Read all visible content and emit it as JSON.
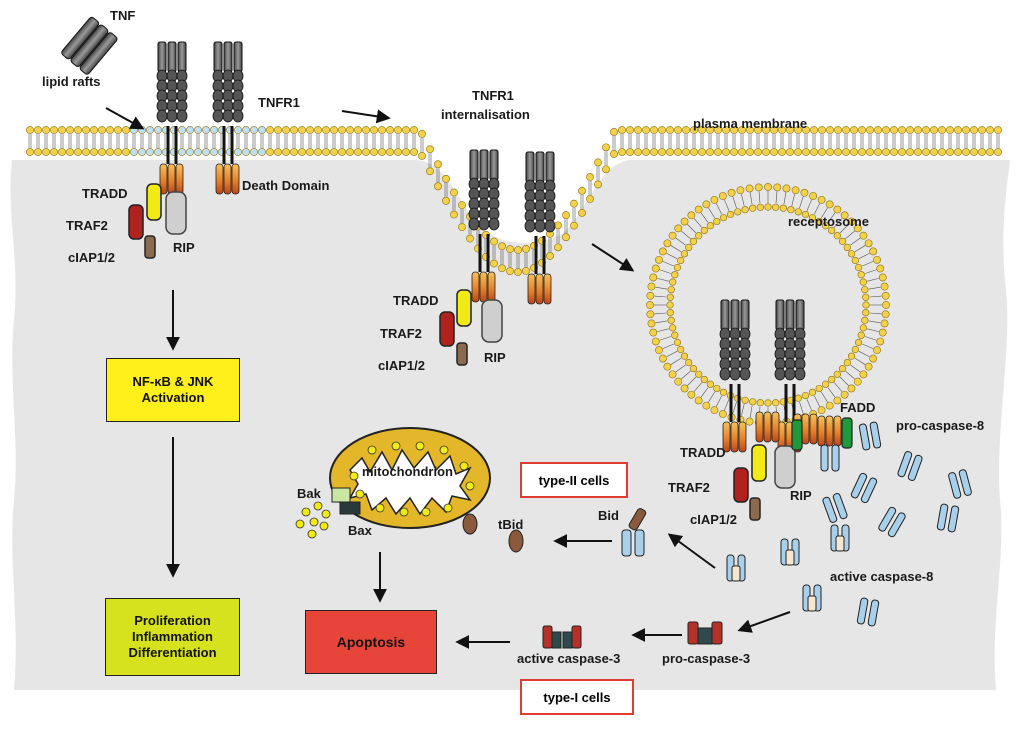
{
  "labels": {
    "tnf": "TNF",
    "lipid_rafts": "lipid rafts",
    "tnfr1": "TNFR1",
    "tnfr1_internalisation_line1": "TNFR1",
    "tnfr1_internalisation_line2": "internalisation",
    "plasma_membrane": "plasma membrane",
    "death_domain": "Death Domain",
    "tradd_1": "TRADD",
    "traf2_1": "TRAF2",
    "ciap_1": "cIAP1/2",
    "rip_1": "RIP",
    "tradd_2": "TRADD",
    "traf2_2": "TRAF2",
    "ciap_2": "cIAP1/2",
    "rip_2": "RIP",
    "receptosome": "receptosome",
    "fadd": "FADD",
    "pro_caspase_8": "pro-caspase-8",
    "tradd_3": "TRADD",
    "traf2_3": "TRAF2",
    "ciap_3": "cIAP1/2",
    "rip_3": "RIP",
    "mitochondrion": "mitochondrion",
    "bak": "Bak",
    "bax": "Bax",
    "tbid": "tBid",
    "bid": "Bid",
    "active_caspase_8": "active caspase-8",
    "active_caspase_3": "active caspase-3",
    "pro_caspase_3": "pro-caspase-3"
  },
  "boxes": {
    "nfkb_line1": "NF-κB & JNK",
    "nfkb_line2": "Activation",
    "outcome_line1": "Proliferation",
    "outcome_line2": "Inflammation",
    "outcome_line3": "Differentiation",
    "apoptosis": "Apoptosis",
    "type_ii": "type-II cells",
    "type_i": "type-I cells"
  },
  "colors": {
    "cytoplasm": "#e6e6e6",
    "lipid_head": "#f3d24a",
    "raft_head": "#bfe0f2",
    "nfkb_box": "#ffef1a",
    "outcome_box": "#d7e21e",
    "apoptosis_box": "#e8453a",
    "type_box_border": "#e03c32",
    "tradd": "#f2ea14",
    "traf2": "#b0221e",
    "ciap": "#8b6a4e",
    "rip": "#cfcfcf",
    "fadd": "#1f9a3a",
    "receptor": "#6b6b6b",
    "death_domain": "#e8822a",
    "caspase8": "#a8d0ea",
    "caspase3": "#b5322a",
    "bid": "#8b5a3c",
    "mito_outer": "#e4b62a",
    "bak": "#c9e6a3",
    "bax": "#2a3a3a"
  }
}
